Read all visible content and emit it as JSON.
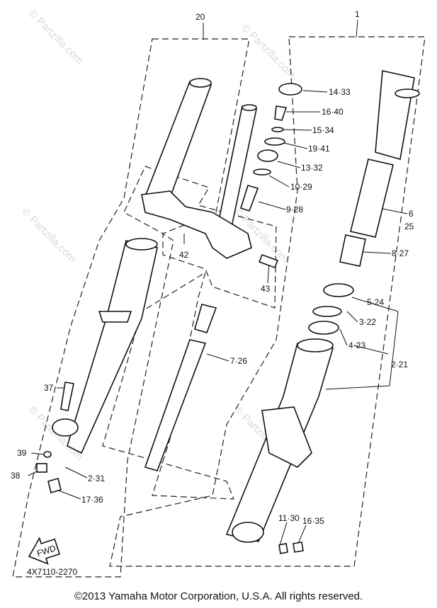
{
  "watermark": "© Partzilla.com",
  "diagram_code": "4X7110-2270",
  "fwd_label": "FWD",
  "copyright": "©2013 Yamaha Motor Corporation, U.S.A. All rights reserved.",
  "callouts": {
    "c20": "20",
    "c1": "1",
    "c1433": "14·33",
    "c1640": "16·40",
    "c1534": "15·34",
    "c1941": "19·41",
    "c1332": "13·32",
    "c1029": "10·29",
    "c928": "9·28",
    "c6": "6",
    "c25": "25",
    "c827": "8·27",
    "c42": "42",
    "c43": "43",
    "c524": "5·24",
    "c322": "3·22",
    "c423": "4·23",
    "c221": "2·21",
    "c726": "7·26",
    "c37": "37",
    "c39": "39",
    "c38": "38",
    "c231": "2·31",
    "c1736": "17·36",
    "c1130": "11·30",
    "c1635": "16·35"
  }
}
